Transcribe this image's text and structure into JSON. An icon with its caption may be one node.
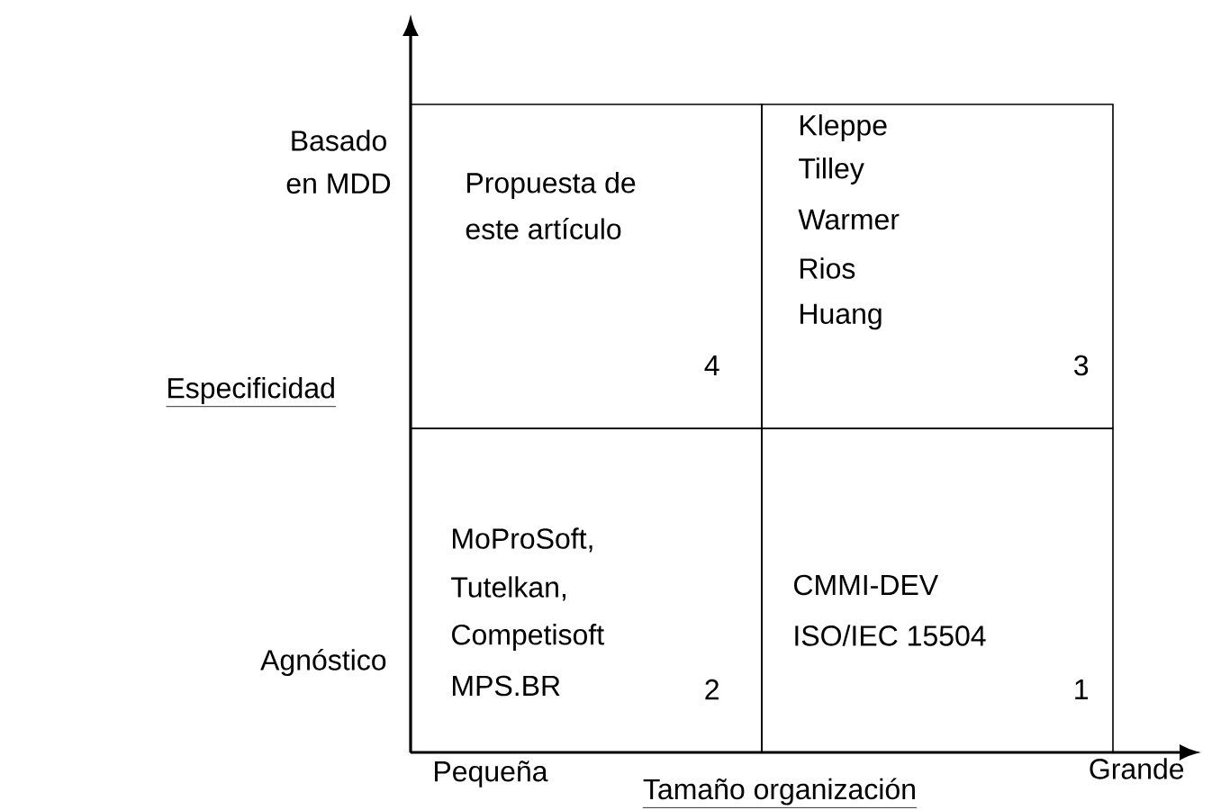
{
  "diagram": {
    "nodes": [
      {
        "text": [
          "Propuesta de",
          "este artículo",
          "4"
        ]
      },
      {
        "text": [
          "Kleppe",
          "Tilley",
          "Warmer",
          "Rios",
          "Huang",
          "3"
        ]
      },
      {
        "text": [
          "MoProSoft,",
          "Tutelkan,",
          "Competisoft",
          "MPS.BR",
          "2"
        ]
      },
      {
        "text": [
          "CMMI-DEV",
          "ISO/IEC 15504",
          "1"
        ]
      }
    ],
    "labels": [
      "Basado",
      "en MDD",
      "Especificidad",
      "Agnóstico",
      "Pequeña",
      "Grande",
      "Tamaño organización"
    ]
  }
}
